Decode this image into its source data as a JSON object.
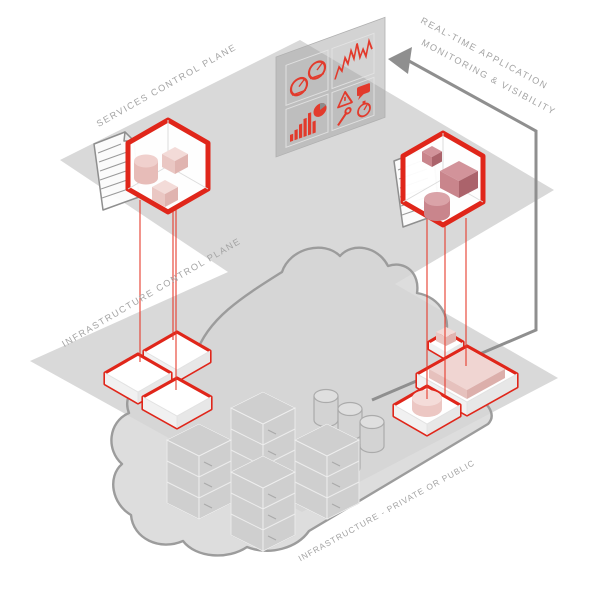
{
  "diagram": {
    "planes": {
      "services": {
        "label": "SERVICES CONTROL PLANE"
      },
      "infra_control": {
        "label": "INFRASTRUCTURE CONTROL PLANE"
      },
      "infrastructure": {
        "label": "INFRASTRUCTURE - PRIVATE OR PUBLIC"
      }
    },
    "annotation": {
      "line1": "REAL-TIME APPLICATION",
      "line2": "MONITORING & VISIBILITY"
    },
    "colors": {
      "accent_red": "#e0261a",
      "pink_pale": "#f3dbd8",
      "mauve": "#c9858c",
      "plane_gray": "#d9d9d9",
      "cloud_gray": "#d5d5d5",
      "cloud_outline": "#9c9c9c",
      "arrow_gray": "#8f8f8f",
      "label_gray": "#a4a4a4"
    },
    "dashboard_icons": [
      "gauge",
      "gauge",
      "line-chart",
      "pie-chart",
      "bar-chart",
      "warning-triangle",
      "chat-bubble",
      "wrench",
      "stopwatch"
    ]
  }
}
